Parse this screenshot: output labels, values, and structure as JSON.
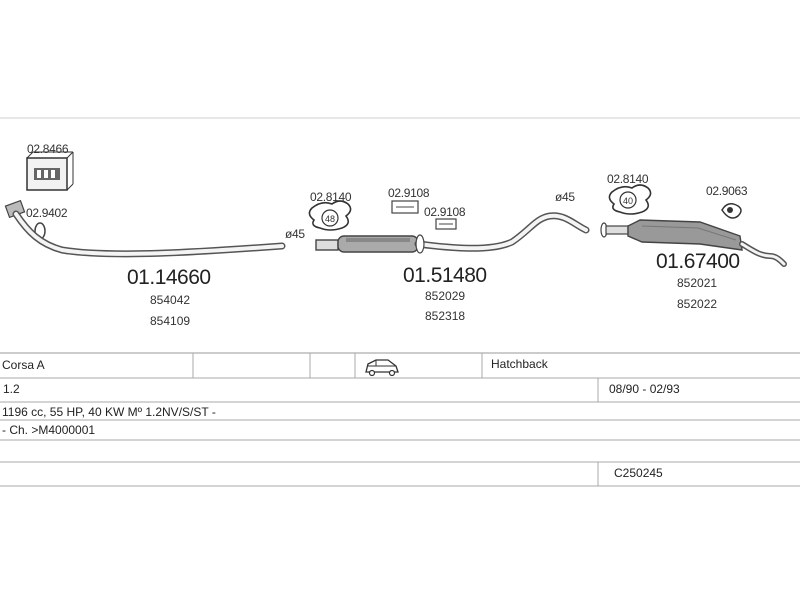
{
  "diagram": {
    "refs": {
      "top_box": "02.8466",
      "gasket_left": "02.9402",
      "clamp_mid": "02.8140",
      "ring_mid_a": "02.9108",
      "ring_mid_b": "02.9108",
      "clamp_right": "02.8140",
      "ring_right": "02.9063"
    },
    "angles": {
      "front": "ø45",
      "rear": "ø45"
    },
    "parts": {
      "front_pipe": {
        "code": "01.14660",
        "oe": [
          "854042",
          "854109"
        ]
      },
      "middle": {
        "code": "01.51480",
        "oe": [
          "852029",
          "852318"
        ]
      },
      "rear": {
        "code": "01.67400",
        "oe": [
          "852021",
          "852022"
        ]
      }
    }
  },
  "info": {
    "model": "Corsa A",
    "body_type": "Hatchback",
    "engine_size": "1.2",
    "years": "08/90 - 02/93",
    "engine_details": "1196 cc, 55 HP, 40 KW Mº 1.2NV/S/ST -",
    "chassis": "- Ch. >M4000001",
    "catalog_code": "C250245"
  },
  "colors": {
    "line": "#8a8a8a",
    "part": "#444444",
    "hatch": "#777777"
  }
}
